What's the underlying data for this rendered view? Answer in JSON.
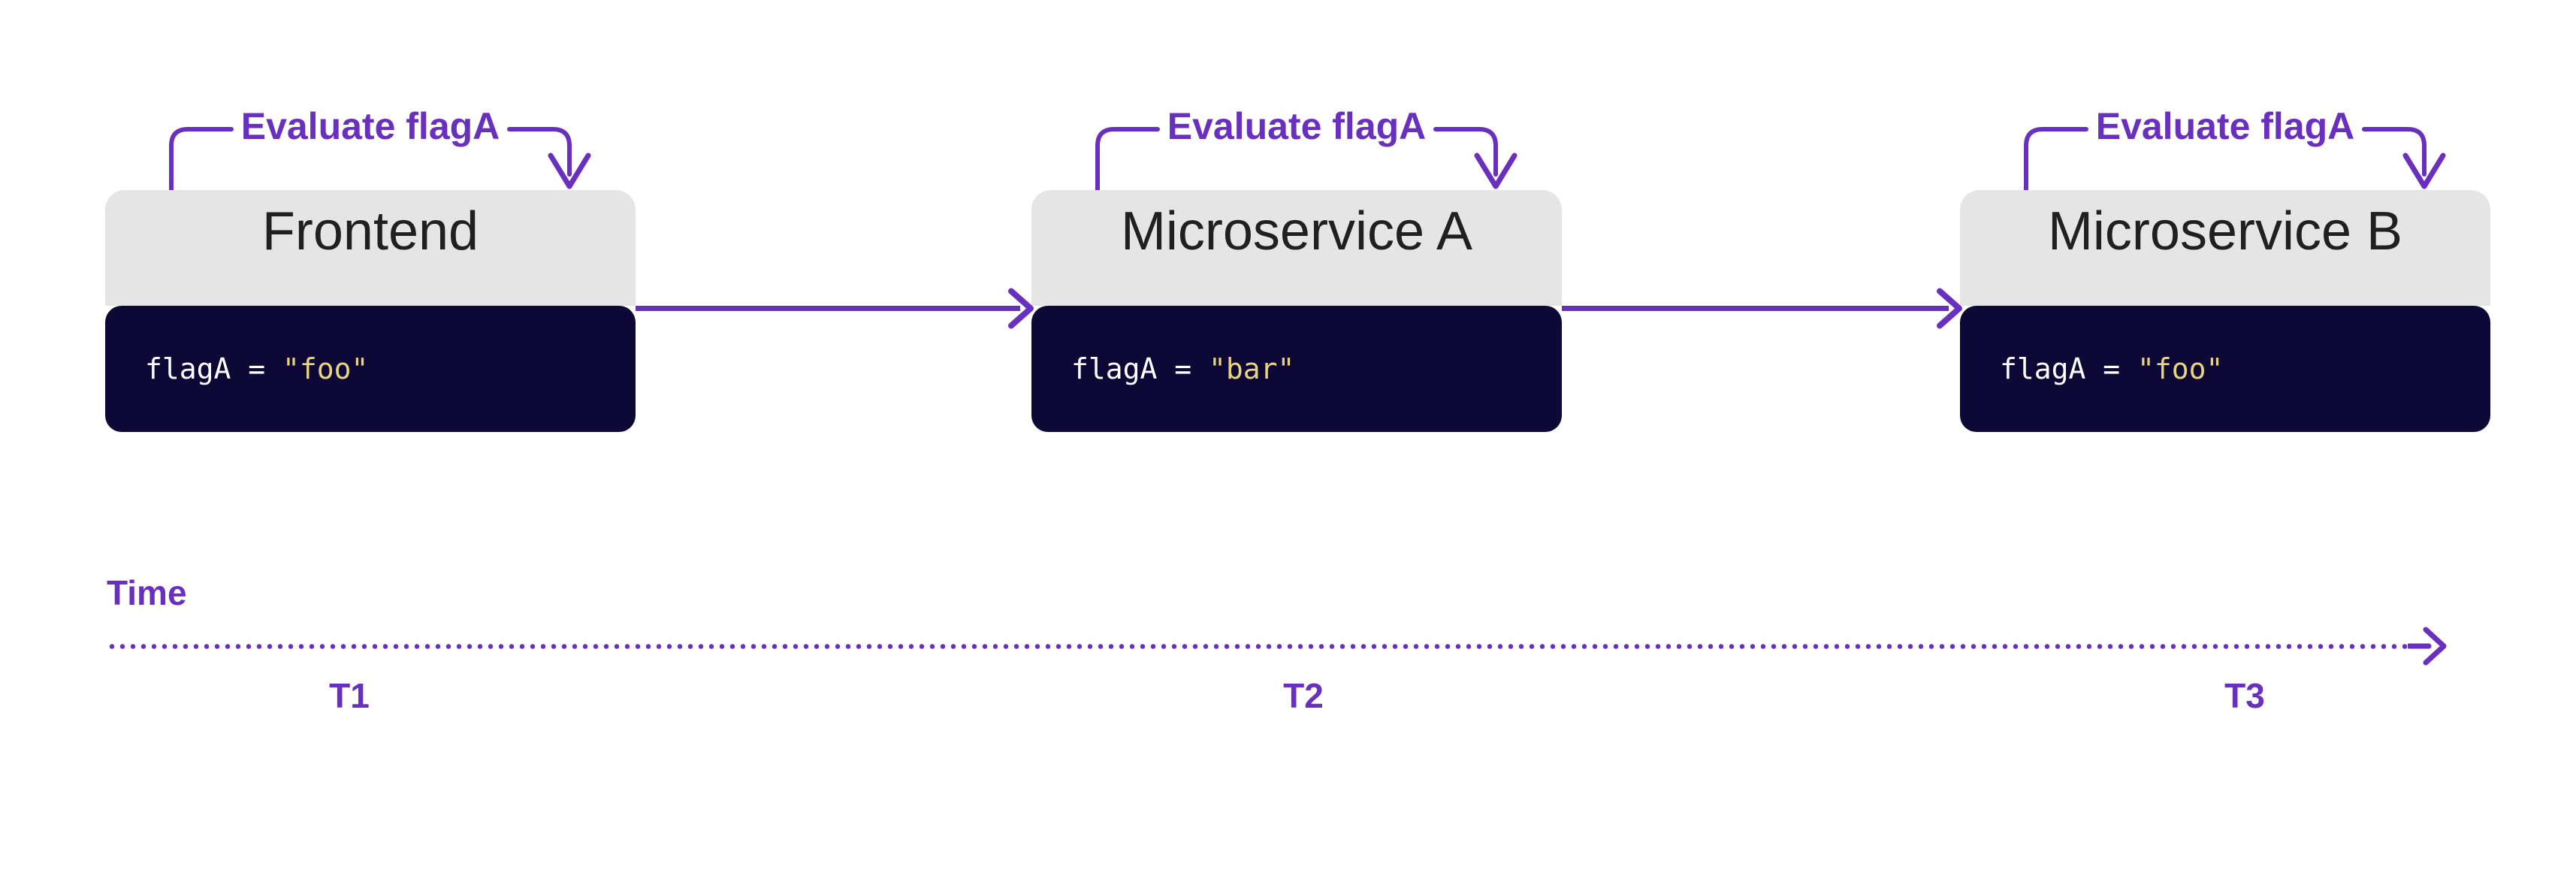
{
  "diagram": {
    "services": [
      {
        "name": "Frontend",
        "annotation": "Evaluate flagA",
        "code_prefix": "flagA = ",
        "code_value": "\"foo\""
      },
      {
        "name": "Microservice A",
        "annotation": "Evaluate flagA",
        "code_prefix": "flagA = ",
        "code_value": "\"bar\""
      },
      {
        "name": "Microservice B",
        "annotation": "Evaluate flagA",
        "code_prefix": "flagA = ",
        "code_value": "\"foo\""
      }
    ],
    "timeline": {
      "label": "Time",
      "ticks": [
        "T1",
        "T2",
        "T3"
      ]
    },
    "colors": {
      "accent_purple": "#6930bf",
      "code_block_navy": "#0d0836",
      "header_gray": "#e6e5e5",
      "code_value_yellow": "#e8d57a",
      "code_text_white": "#ffffff",
      "title_text": "#202020",
      "background": "#ffffff"
    }
  }
}
